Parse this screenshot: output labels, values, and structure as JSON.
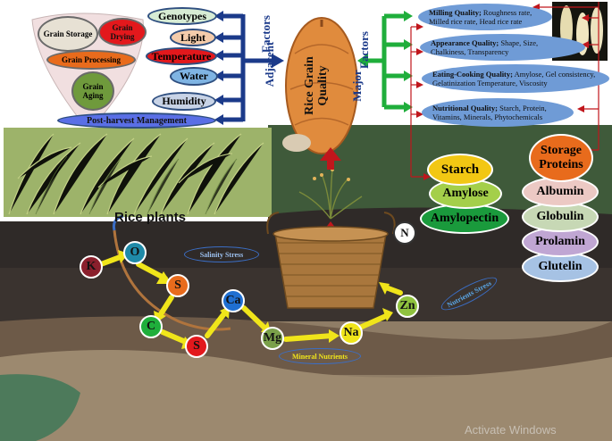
{
  "storage_funnel": {
    "grain_storage": "Grain Storage",
    "grain_drying": "Grain Drying",
    "grain_processing": "Grain Processing",
    "grain_aging": "Grain Aging"
  },
  "adjacent_factors": {
    "genotypes": "Genotypes",
    "light": "Light",
    "temperature": "Temperature",
    "water": "Water",
    "humidity": "Humidity",
    "post_harvest": "Post-harvest Management",
    "label": "Adjacent",
    "label2": "Factors"
  },
  "center": {
    "title": "Rice Grain Quality"
  },
  "major_factors": {
    "label": "Major",
    "label2": "Factors",
    "milling": {
      "name": "Milling Quality;",
      "detail": "Roughness rate, Milled rice rate, Head rice rate"
    },
    "appearance": {
      "name": "Appearance Quality;",
      "detail": "Shape, Size, Chalkiness, Transparency"
    },
    "eating": {
      "name": "Eating-Cooking Quality;",
      "detail": "Amylose, Gel consistency, Gelatinization Temperature, Viscosity"
    },
    "nutritional": {
      "name": "Nutritional Quality;",
      "detail": "Starch, Protein, Vitamins, Minerals, Phytochemicals"
    }
  },
  "starch": {
    "starch": "Starch",
    "amylose": "Amylose",
    "amylopectin": "Amylopectin"
  },
  "proteins": {
    "storage": "Storage Proteins",
    "albumin": "Albumin",
    "globulin": "Globulin",
    "prolamin": "Prolamin",
    "glutelin": "Glutelin"
  },
  "rice_plants_label": "Rice plants",
  "soil": {
    "salinity_stress": "Salinity Stress",
    "mineral_nutrients": "Mineral Nutrients",
    "nutrients_stress": "Nutrients Stress",
    "nitrogen": "N",
    "elements": [
      "K",
      "O",
      "S",
      "C",
      "S",
      "Ca",
      "Mg",
      "Na",
      "Zn"
    ]
  },
  "watermark": "Activate Windows",
  "colors": {
    "navy": "#1b3a8a",
    "green_arrow": "#1fae3b",
    "red_arrow": "#c0161c",
    "quality_pill": "#6f9bd6"
  }
}
